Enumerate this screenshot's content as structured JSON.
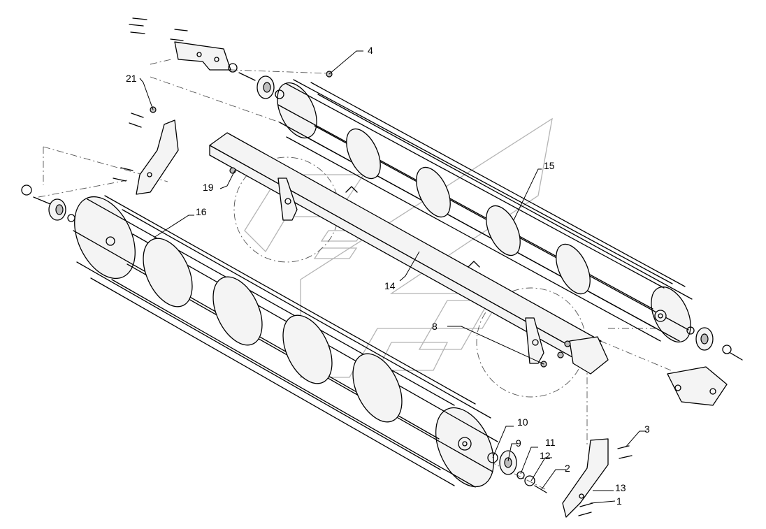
{
  "diagram": {
    "callouts": [
      {
        "id": "c1",
        "label": "1"
      },
      {
        "id": "c2",
        "label": "2"
      },
      {
        "id": "c3",
        "label": "3"
      },
      {
        "id": "c4",
        "label": "4"
      },
      {
        "id": "c8",
        "label": "8"
      },
      {
        "id": "c9",
        "label": "9"
      },
      {
        "id": "c10",
        "label": "10"
      },
      {
        "id": "c11",
        "label": "11"
      },
      {
        "id": "c12",
        "label": "12"
      },
      {
        "id": "c13",
        "label": "13"
      },
      {
        "id": "c14",
        "label": "14"
      },
      {
        "id": "c15",
        "label": "15"
      },
      {
        "id": "c16",
        "label": "16"
      },
      {
        "id": "c19",
        "label": "19"
      },
      {
        "id": "c21",
        "label": "21"
      }
    ]
  }
}
